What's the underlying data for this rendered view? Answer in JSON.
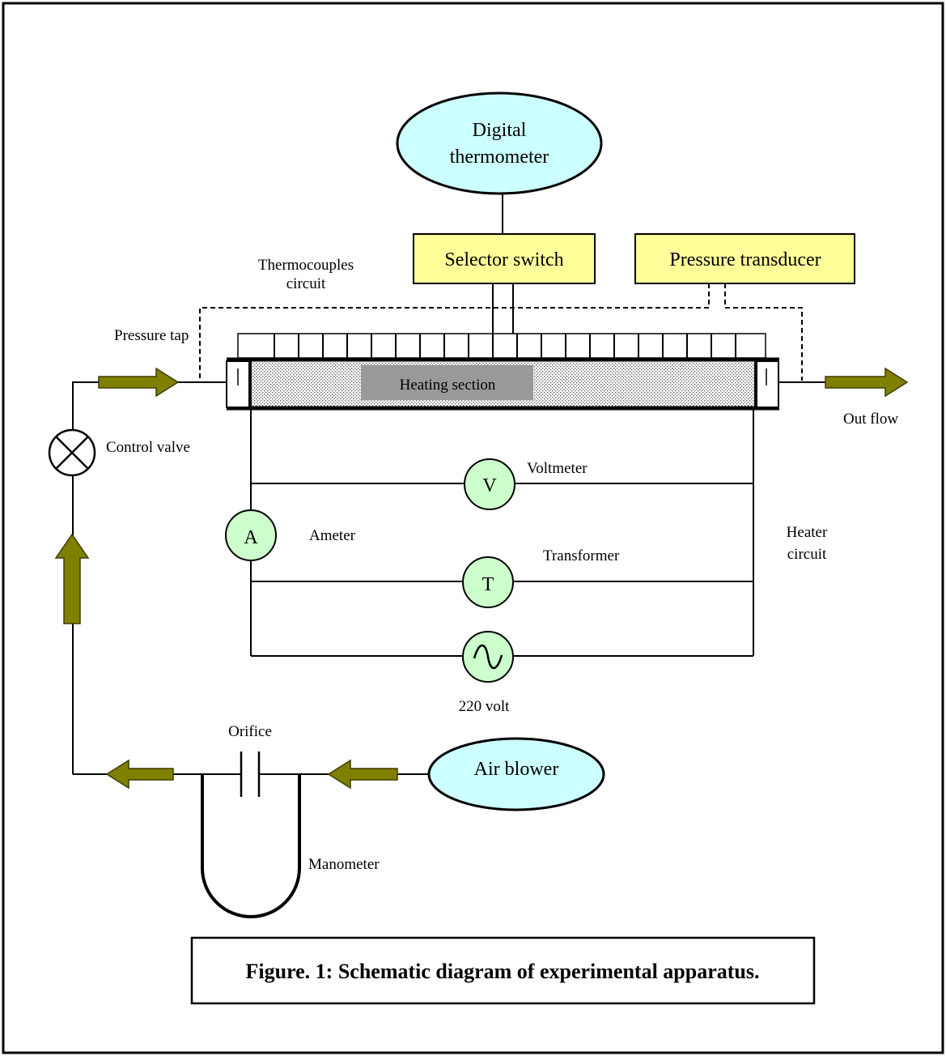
{
  "diagram": {
    "components": {
      "digital_thermometer": {
        "line1": "Digital",
        "line2": "thermometer"
      },
      "selector_switch": "Selector switch",
      "pressure_transducer": "Pressure transducer",
      "heating_section": "Heating section",
      "voltmeter_symbol": "V",
      "ameter_symbol": "A",
      "transformer_symbol": "T",
      "air_blower": "Air blower"
    },
    "labels": {
      "thermocouples_line1": "Thermocouples",
      "thermocouples_line2": "circuit",
      "pressure_tap": "Pressure tap",
      "out_flow": "Out flow",
      "control_valve": "Control valve",
      "voltmeter": "Voltmeter",
      "ameter": "Ameter",
      "transformer": "Transformer",
      "heater_line1": "Heater",
      "heater_line2": "circuit",
      "supply": "220 volt",
      "orifice": "Orifice",
      "manometer": "Manometer"
    },
    "caption": "Figure. 1: Schematic diagram of experimental apparatus.",
    "colors": {
      "ellipse_fill": "#ccffff",
      "box_fill": "#ffff99",
      "meter_fill": "#ccffcc",
      "arrow_fill": "#808000",
      "heating_label_fill": "#999999"
    }
  }
}
